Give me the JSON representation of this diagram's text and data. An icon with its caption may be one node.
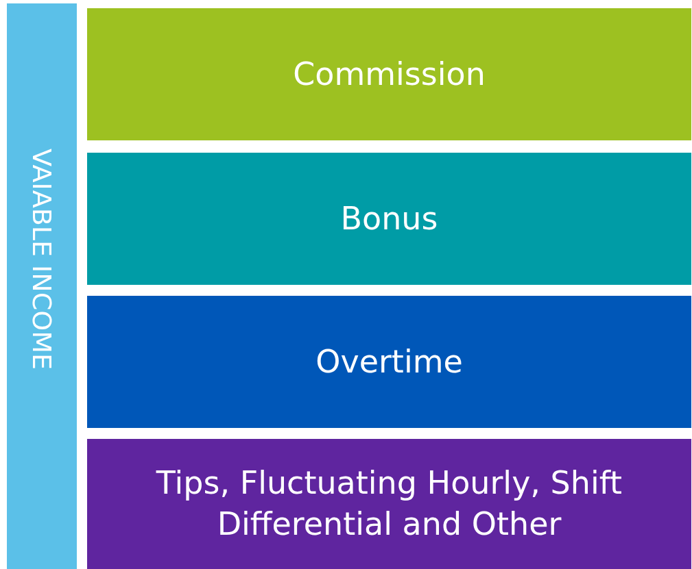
{
  "diagram": {
    "nodes": [
      {
        "text": [
          "VAIABLE INCOME"
        ]
      },
      {
        "text": [
          "Commission"
        ]
      },
      {
        "text": [
          "Bonus"
        ]
      },
      {
        "text": [
          "Overtime"
        ]
      },
      {
        "text": [
          "Tips, Fluctuating Hourly, Shift Differential and Other"
        ]
      }
    ]
  }
}
